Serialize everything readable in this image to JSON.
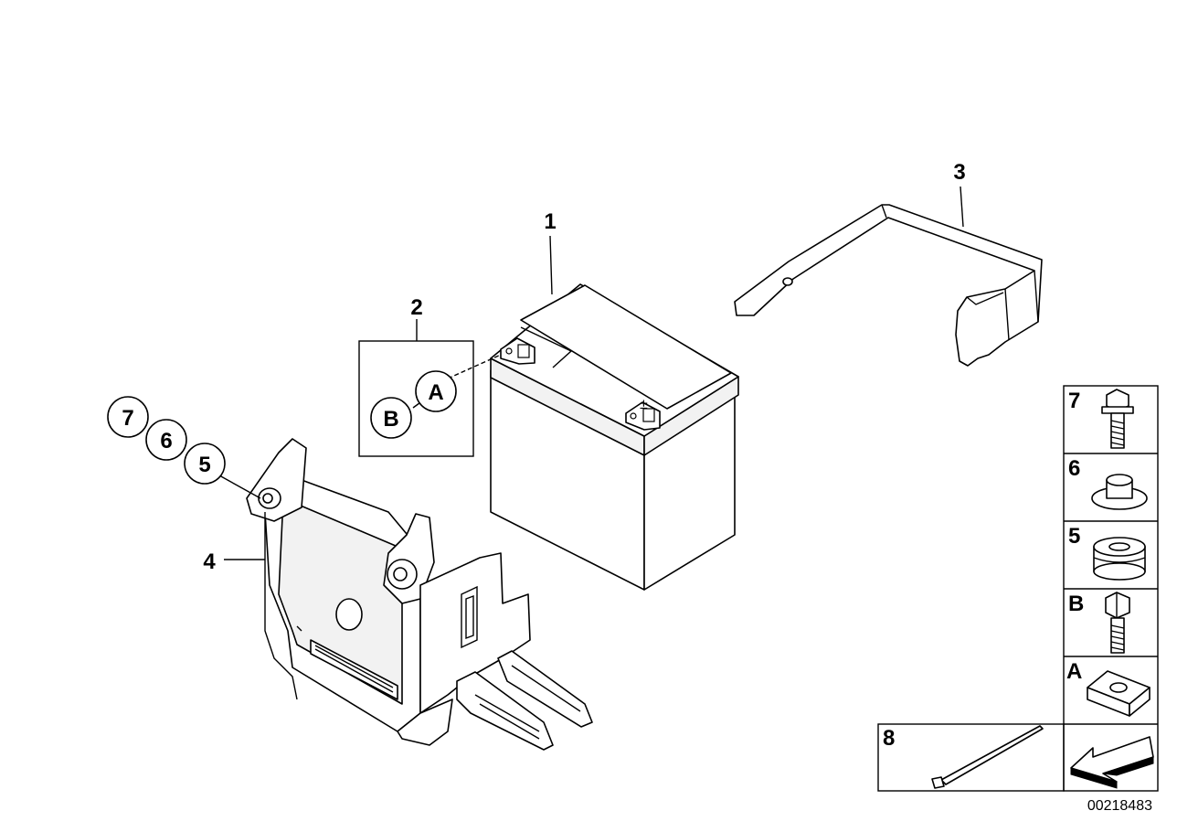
{
  "labels": {
    "p1": "1",
    "p2": "2",
    "p3": "3",
    "p4": "4",
    "p5": "5",
    "p6": "6",
    "p7": "7",
    "pA": "A",
    "pB": "B"
  },
  "legend": {
    "l7": "7",
    "l6": "6",
    "l5": "5",
    "lB": "B",
    "lA": "A",
    "l8": "8"
  },
  "diagram_id": "00218483"
}
